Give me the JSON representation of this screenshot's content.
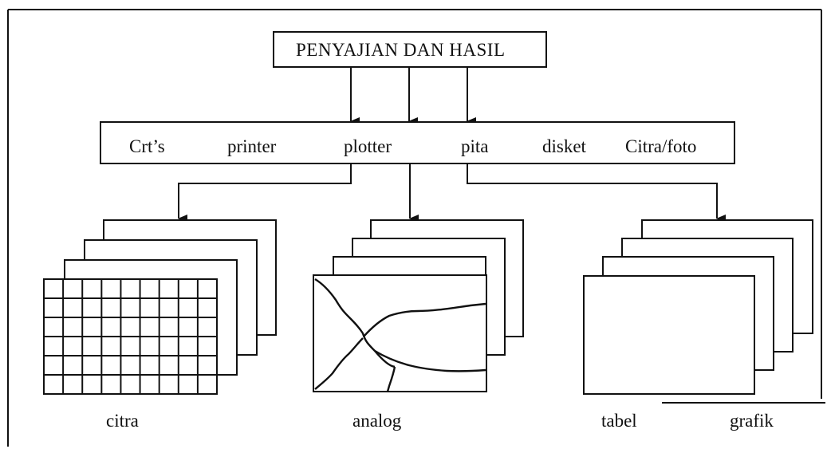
{
  "diagram": {
    "title": "PENYAJIAN DAN HASIL",
    "devices": [
      "Crt’s",
      "printer",
      "plotter",
      "pita",
      "disket",
      "Citra/foto"
    ],
    "outputs": {
      "citra": "citra",
      "analog": "analog",
      "tabel": "tabel",
      "grafik": "grafik"
    },
    "line_color": "#111111"
  }
}
